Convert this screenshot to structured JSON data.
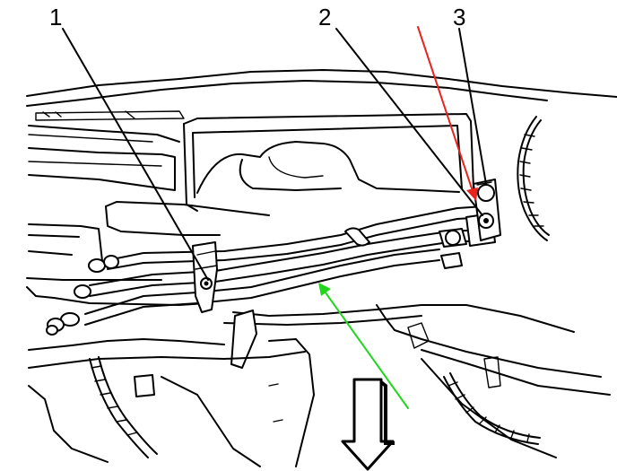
{
  "callouts": [
    {
      "id": "1",
      "text": "1"
    },
    {
      "id": "2",
      "text": "2"
    },
    {
      "id": "3",
      "text": "3"
    }
  ],
  "arrows": {
    "red": {
      "color": "#e8231e"
    },
    "green": {
      "color": "#22d61e"
    },
    "front": {
      "icon": "down-arrow-icon"
    }
  }
}
